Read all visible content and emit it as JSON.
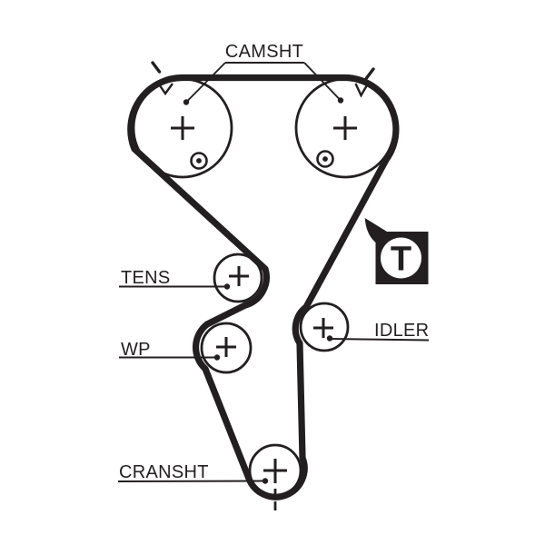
{
  "diagram": {
    "type": "timing-belt-routing-diagram",
    "ink_color": "#231f20",
    "background_color": "#ffffff",
    "labels": {
      "camshaft": "CAMSHT",
      "tensioner": "TENS",
      "water_pump": "WP",
      "crankshaft": "CRANSHT",
      "idler": "IDLER"
    },
    "badge": {
      "letter": "T"
    }
  }
}
